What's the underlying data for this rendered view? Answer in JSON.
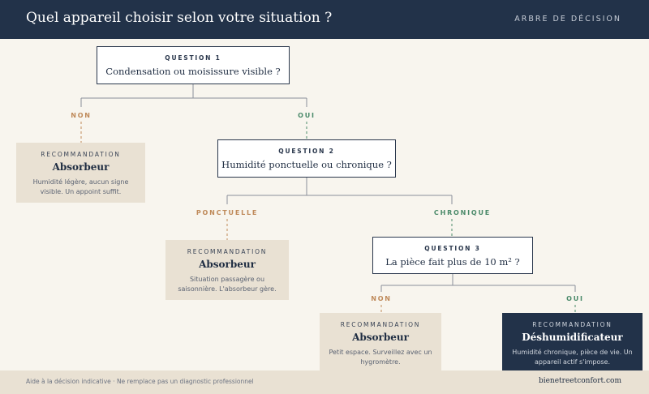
{
  "header": {
    "title": "Quel appareil choisir selon votre situation ?",
    "tag": "ARBRE DE DÉCISION"
  },
  "questions": [
    {
      "label": "QUESTION 1",
      "text": "Condensation ou moisissure visible ?"
    },
    {
      "label": "QUESTION 2",
      "text": "Humidité ponctuelle ou chronique ?"
    },
    {
      "label": "QUESTION 3",
      "text": "La pièce fait plus de 10 m² ?"
    }
  ],
  "branches": {
    "q1_no": "NON",
    "q1_yes": "OUI",
    "q2_no": "PONCTUELLE",
    "q2_yes": "CHRONIQUE",
    "q3_no": "NON",
    "q3_yes": "OUI"
  },
  "recommendations": [
    {
      "label": "RECOMMANDATION",
      "title": "Absorbeur",
      "desc": "Humidité légère, aucun signe visible. Un appoint suffit."
    },
    {
      "label": "RECOMMANDATION",
      "title": "Absorbeur",
      "desc": "Situation passagère ou saisonnière. L'absorbeur gère."
    },
    {
      "label": "RECOMMANDATION",
      "title": "Absorbeur",
      "desc": "Petit espace. Surveillez avec un hygromètre."
    },
    {
      "label": "RECOMMANDATION",
      "title": "Déshumidificateur",
      "desc": "Humidité chronique, pièce de vie. Un appareil actif s'impose."
    }
  ],
  "footer": {
    "note": "Aide à la décision indicative · Ne remplace pas un diagnostic professionnel",
    "site": "bienetreetconfort.com"
  },
  "colors": {
    "navy": "#223249",
    "beige": "#e9e1d3",
    "background": "#f8f5ee",
    "no_branch": "#bf8a5a",
    "yes_branch": "#4b8a6a"
  }
}
